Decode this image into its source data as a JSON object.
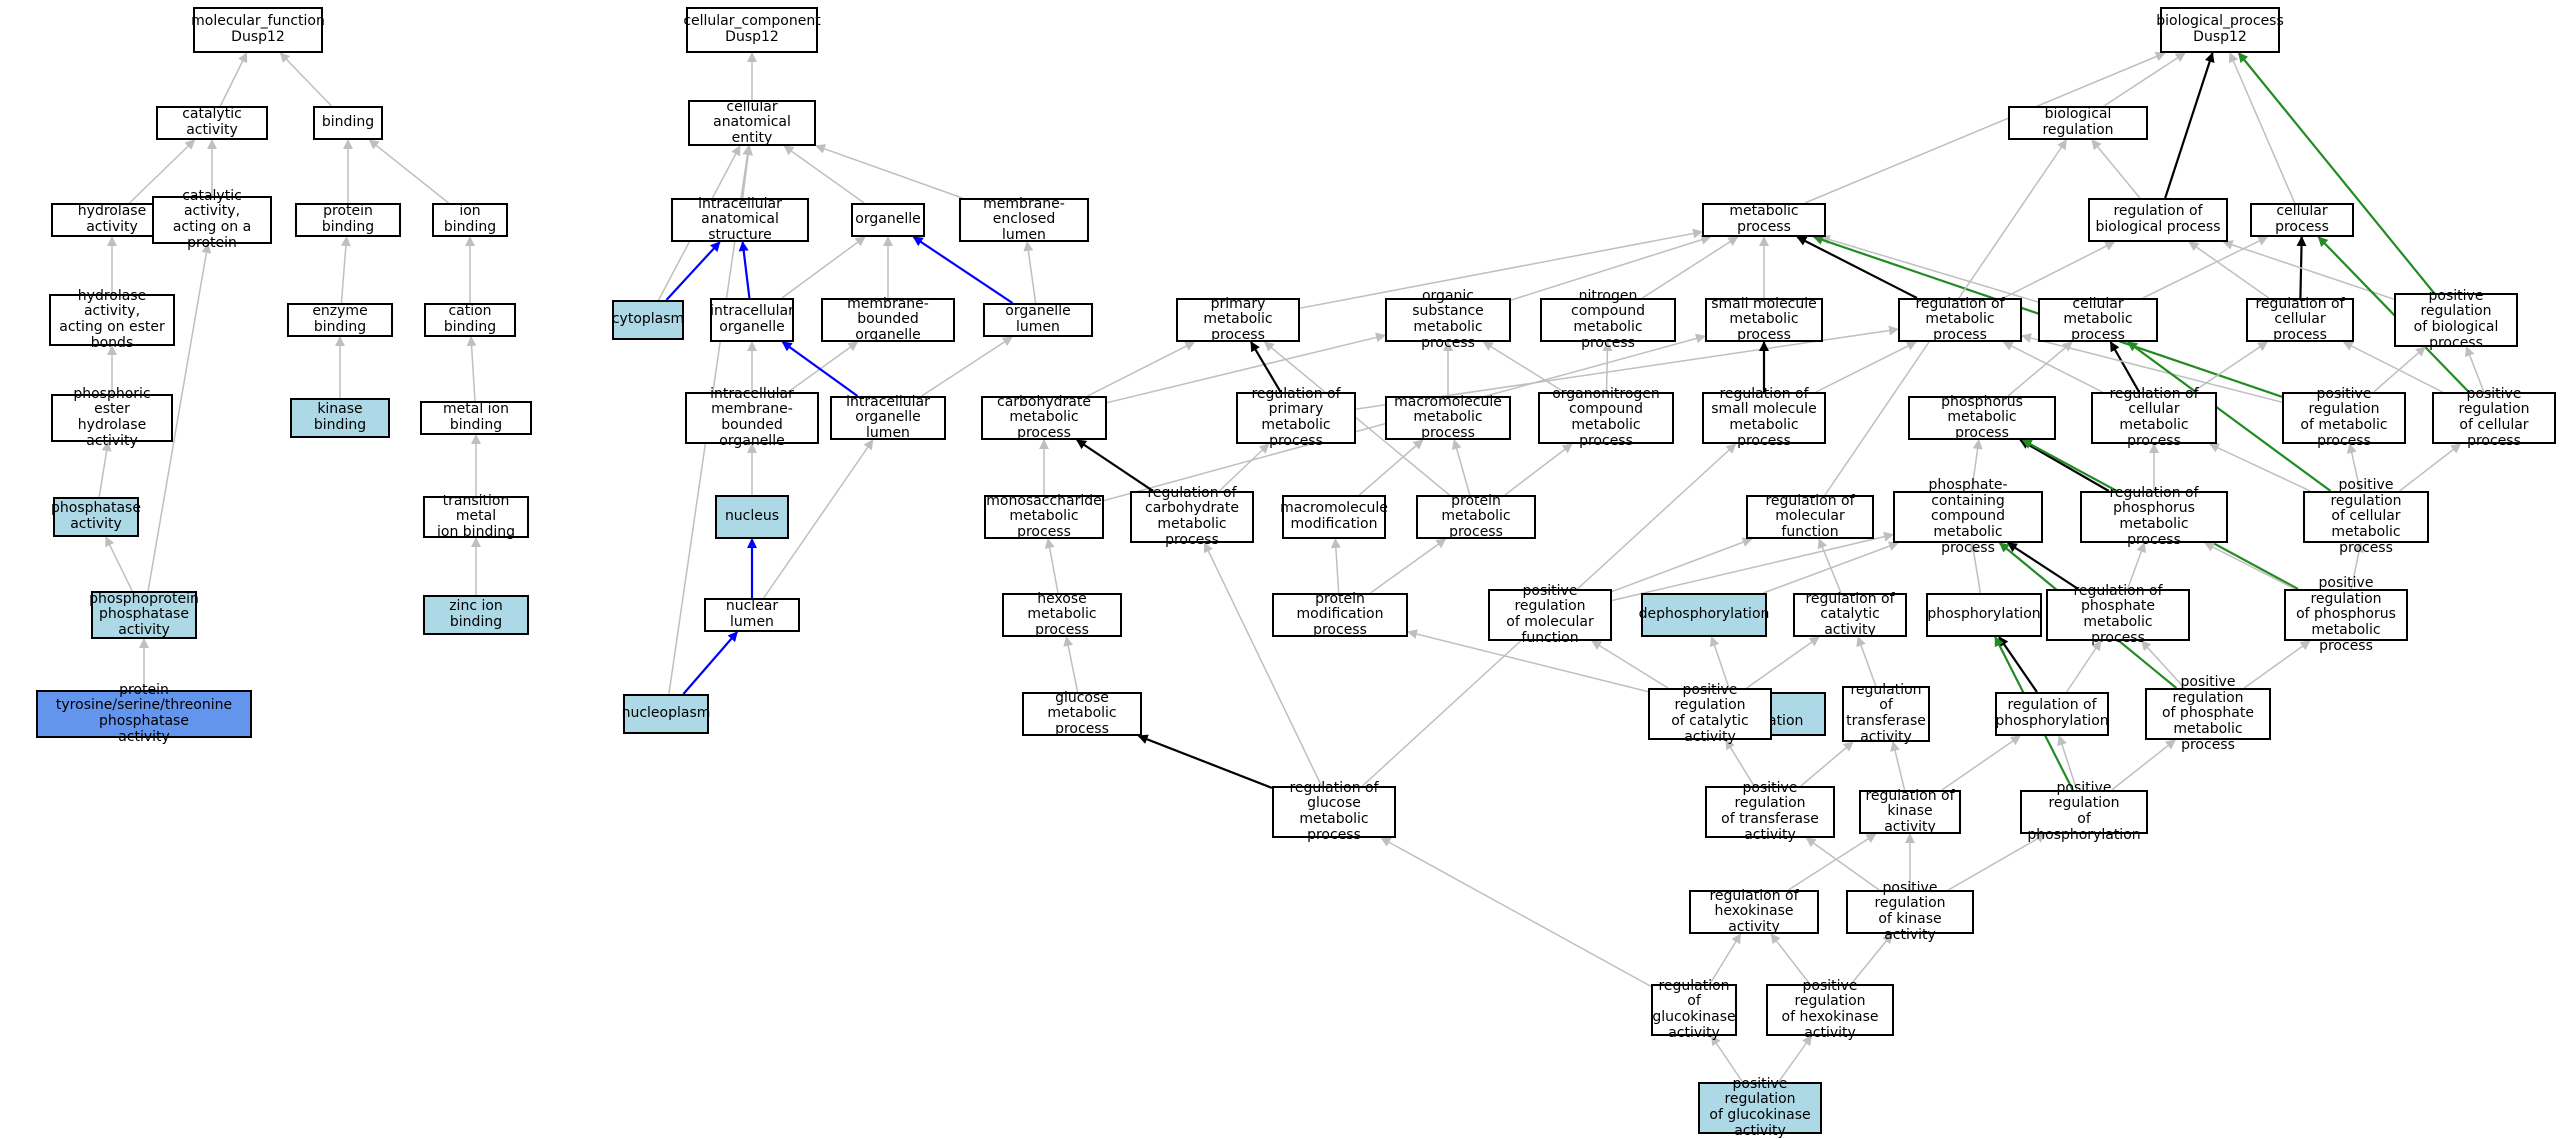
{
  "colors": {
    "is_a": "#bfbfbf",
    "regulates": "#000000",
    "positively_regulates": "#228b22",
    "part_of": "#0000ff",
    "highlight": "#add8e6",
    "target": "#6495ed"
  },
  "nodes": [
    {
      "id": "mf",
      "label": "molecular_function\nDusp12"
    },
    {
      "id": "cat",
      "label": "catalytic activity"
    },
    {
      "id": "bind",
      "label": "binding"
    },
    {
      "id": "hyd",
      "label": "hydrolase activity"
    },
    {
      "id": "catp",
      "label": "catalytic activity,\nacting on a\nprotein"
    },
    {
      "id": "pbind",
      "label": "protein binding"
    },
    {
      "id": "ion",
      "label": "ion binding"
    },
    {
      "id": "hydester",
      "label": "hydrolase activity,\nacting on ester\nbonds"
    },
    {
      "id": "enz",
      "label": "enzyme binding"
    },
    {
      "id": "cation",
      "label": "cation binding"
    },
    {
      "id": "phosest",
      "label": "phosphoric ester\nhydrolase activity"
    },
    {
      "id": "kinb",
      "label": "kinase binding"
    },
    {
      "id": "metion",
      "label": "metal ion binding"
    },
    {
      "id": "phosph",
      "label": "phosphatase\nactivity"
    },
    {
      "id": "trans",
      "label": "transition metal\nion binding"
    },
    {
      "id": "ppp",
      "label": "phosphoprotein\nphosphatase\nactivity"
    },
    {
      "id": "zinc",
      "label": "zinc ion binding"
    },
    {
      "id": "ptp",
      "label": "protein tyrosine/serine/threonine\nphosphatase\nactivity"
    },
    {
      "id": "cc",
      "label": "cellular_component\nDusp12"
    },
    {
      "id": "cae",
      "label": "cellular anatomical\nentity"
    },
    {
      "id": "ias",
      "label": "intracellular\nanatomical structure"
    },
    {
      "id": "org",
      "label": "organelle"
    },
    {
      "id": "mel",
      "label": "membrane-enclosed\nlumen"
    },
    {
      "id": "cyto",
      "label": "cytoplasm"
    },
    {
      "id": "io",
      "label": "intracellular\norganelle"
    },
    {
      "id": "mbo",
      "label": "membrane-bounded\norganelle"
    },
    {
      "id": "ol",
      "label": "organelle lumen"
    },
    {
      "id": "imbo",
      "label": "intracellular\nmembrane-bounded\norganelle"
    },
    {
      "id": "iol",
      "label": "intracellular\norganelle lumen"
    },
    {
      "id": "nuc",
      "label": "nucleus"
    },
    {
      "id": "nl",
      "label": "nuclear lumen"
    },
    {
      "id": "nucp",
      "label": "nucleoplasm"
    },
    {
      "id": "bp",
      "label": "biological_process\nDusp12"
    },
    {
      "id": "breg",
      "label": "biological regulation"
    },
    {
      "id": "mp",
      "label": "metabolic process"
    },
    {
      "id": "rbp",
      "label": "regulation of\nbiological process"
    },
    {
      "id": "cp",
      "label": "cellular process"
    },
    {
      "id": "pmp",
      "label": "primary metabolic\nprocess"
    },
    {
      "id": "osmp",
      "label": "organic substance\nmetabolic process"
    },
    {
      "id": "ncmp",
      "label": "nitrogen compound\nmetabolic process"
    },
    {
      "id": "smmp",
      "label": "small molecule\nmetabolic process"
    },
    {
      "id": "rmp",
      "label": "regulation of\nmetabolic process"
    },
    {
      "id": "cmp",
      "label": "cellular metabolic\nprocess"
    },
    {
      "id": "rcp",
      "label": "regulation of\ncellular process"
    },
    {
      "id": "prbp",
      "label": "positive regulation\nof biological\nprocess"
    },
    {
      "id": "chmp",
      "label": "carbohydrate\nmetabolic process"
    },
    {
      "id": "rpmp",
      "label": "regulation of\nprimary metabolic\nprocess"
    },
    {
      "id": "mmp",
      "label": "macromolecule\nmetabolic process"
    },
    {
      "id": "oncmp",
      "label": "organonitrogen\ncompound metabolic\nprocess"
    },
    {
      "id": "rsmmp",
      "label": "regulation of\nsmall molecule\nmetabolic process"
    },
    {
      "id": "phmp",
      "label": "phosphorus metabolic\nprocess"
    },
    {
      "id": "rcmp",
      "label": "regulation of\ncellular metabolic\nprocess"
    },
    {
      "id": "prmp",
      "label": "positive regulation\nof metabolic\nprocess"
    },
    {
      "id": "prcp",
      "label": "positive regulation\nof cellular\nprocess"
    },
    {
      "id": "msmp",
      "label": "monosaccharide\nmetabolic process"
    },
    {
      "id": "rchmp",
      "label": "regulation of\ncarbohydrate\nmetabolic process"
    },
    {
      "id": "mm",
      "label": "macromolecule\nmodification"
    },
    {
      "id": "prmp2",
      "label": "protein metabolic\nprocess"
    },
    {
      "id": "rmf",
      "label": "regulation of\nmolecular function"
    },
    {
      "id": "pccmp",
      "label": "phosphate-containing\ncompound metabolic\nprocess"
    },
    {
      "id": "rphmp",
      "label": "regulation of\nphosphorus metabolic\nprocess"
    },
    {
      "id": "prcmp",
      "label": "positive regulation\nof cellular\nmetabolic process"
    },
    {
      "id": "hmp",
      "label": "hexose metabolic\nprocess"
    },
    {
      "id": "pmod",
      "label": "protein modification\nprocess"
    },
    {
      "id": "prmf",
      "label": "positive regulation\nof molecular\nfunction"
    },
    {
      "id": "deph",
      "label": "dephosphorylation"
    },
    {
      "id": "rca",
      "label": "regulation of\ncatalytic activity"
    },
    {
      "id": "phos",
      "label": "phosphorylation"
    },
    {
      "id": "rpmp2",
      "label": "regulation of\nphosphate metabolic\nprocess"
    },
    {
      "id": "prphmp",
      "label": "positive regulation\nof phosphorus\nmetabolic process"
    },
    {
      "id": "gmp",
      "label": "glucose metabolic\nprocess"
    },
    {
      "id": "pdeph",
      "label": "protein dephosphorylation"
    },
    {
      "id": "prca",
      "label": "positive regulation\nof catalytic\nactivity"
    },
    {
      "id": "rta",
      "label": "regulation of\ntransferase\nactivity"
    },
    {
      "id": "rphos",
      "label": "regulation of\nphosphorylation"
    },
    {
      "id": "prpmp",
      "label": "positive regulation\nof phosphate\nmetabolic process"
    },
    {
      "id": "rgmp",
      "label": "regulation of\nglucose metabolic\nprocess"
    },
    {
      "id": "prta",
      "label": "positive regulation\nof transferase\nactivity"
    },
    {
      "id": "rka",
      "label": "regulation of\nkinase activity"
    },
    {
      "id": "prphos",
      "label": "positive regulation\nof phosphorylation"
    },
    {
      "id": "rha",
      "label": "regulation of\nhexokinase activity"
    },
    {
      "id": "prka",
      "label": "positive regulation\nof kinase activity"
    },
    {
      "id": "rgka",
      "label": "regulation of\nglucokinase\nactivity"
    },
    {
      "id": "prha",
      "label": "positive regulation\nof hexokinase\nactivity"
    },
    {
      "id": "prgka",
      "label": "positive regulation\nof glucokinase\nactivity"
    }
  ],
  "edges": [
    {
      "from": "cat",
      "to": "mf",
      "type": "is_a"
    },
    {
      "from": "bind",
      "to": "mf",
      "type": "is_a"
    },
    {
      "from": "hyd",
      "to": "cat",
      "type": "is_a"
    },
    {
      "from": "catp",
      "to": "cat",
      "type": "is_a"
    },
    {
      "from": "pbind",
      "to": "bind",
      "type": "is_a"
    },
    {
      "from": "ion",
      "to": "bind",
      "type": "is_a"
    },
    {
      "from": "hydester",
      "to": "hyd",
      "type": "is_a"
    },
    {
      "from": "enz",
      "to": "pbind",
      "type": "is_a"
    },
    {
      "from": "cation",
      "to": "ion",
      "type": "is_a"
    },
    {
      "from": "phosest",
      "to": "hydester",
      "type": "is_a"
    },
    {
      "from": "kinb",
      "to": "enz",
      "type": "is_a"
    },
    {
      "from": "metion",
      "to": "cation",
      "type": "is_a"
    },
    {
      "from": "phosph",
      "to": "phosest",
      "type": "is_a"
    },
    {
      "from": "trans",
      "to": "metion",
      "type": "is_a"
    },
    {
      "from": "ppp",
      "to": "phosph",
      "type": "is_a"
    },
    {
      "from": "ppp",
      "to": "catp",
      "type": "is_a"
    },
    {
      "from": "zinc",
      "to": "trans",
      "type": "is_a"
    },
    {
      "from": "ptp",
      "to": "ppp",
      "type": "is_a"
    },
    {
      "from": "cae",
      "to": "cc",
      "type": "is_a"
    },
    {
      "from": "ias",
      "to": "cae",
      "type": "is_a"
    },
    {
      "from": "org",
      "to": "cae",
      "type": "is_a"
    },
    {
      "from": "mel",
      "to": "cae",
      "type": "is_a"
    },
    {
      "from": "cyto",
      "to": "cae",
      "type": "is_a"
    },
    {
      "from": "cyto",
      "to": "ias",
      "type": "part_of"
    },
    {
      "from": "io",
      "to": "ias",
      "type": "part_of"
    },
    {
      "from": "io",
      "to": "org",
      "type": "is_a"
    },
    {
      "from": "mbo",
      "to": "org",
      "type": "is_a"
    },
    {
      "from": "ol",
      "to": "org",
      "type": "part_of"
    },
    {
      "from": "ol",
      "to": "mel",
      "type": "is_a"
    },
    {
      "from": "imbo",
      "to": "io",
      "type": "is_a"
    },
    {
      "from": "imbo",
      "to": "mbo",
      "type": "is_a"
    },
    {
      "from": "iol",
      "to": "io",
      "type": "part_of"
    },
    {
      "from": "iol",
      "to": "ol",
      "type": "is_a"
    },
    {
      "from": "nuc",
      "to": "imbo",
      "type": "is_a"
    },
    {
      "from": "nl",
      "to": "nuc",
      "type": "part_of"
    },
    {
      "from": "nl",
      "to": "iol",
      "type": "is_a"
    },
    {
      "from": "nucp",
      "to": "nl",
      "type": "part_of"
    },
    {
      "from": "nucp",
      "to": "cae",
      "type": "is_a"
    },
    {
      "from": "breg",
      "to": "bp",
      "type": "is_a"
    },
    {
      "from": "mp",
      "to": "bp",
      "type": "is_a"
    },
    {
      "from": "cp",
      "to": "bp",
      "type": "is_a"
    },
    {
      "from": "rbp",
      "to": "bp",
      "type": "regulates"
    },
    {
      "from": "rbp",
      "to": "breg",
      "type": "is_a"
    },
    {
      "from": "prbp",
      "to": "bp",
      "type": "positively_regulates"
    },
    {
      "from": "pmp",
      "to": "mp",
      "type": "is_a"
    },
    {
      "from": "osmp",
      "to": "mp",
      "type": "is_a"
    },
    {
      "from": "ncmp",
      "to": "mp",
      "type": "is_a"
    },
    {
      "from": "smmp",
      "to": "mp",
      "type": "is_a"
    },
    {
      "from": "rmp",
      "to": "mp",
      "type": "regulates"
    },
    {
      "from": "cmp",
      "to": "mp",
      "type": "is_a"
    },
    {
      "from": "cmp",
      "to": "cp",
      "type": "is_a"
    },
    {
      "from": "rmp",
      "to": "rbp",
      "type": "is_a"
    },
    {
      "from": "rcp",
      "to": "cp",
      "type": "regulates"
    },
    {
      "from": "rcp",
      "to": "rbp",
      "type": "is_a"
    },
    {
      "from": "prbp",
      "to": "rbp",
      "type": "is_a"
    },
    {
      "from": "prcp",
      "to": "cp",
      "type": "positively_regulates"
    },
    {
      "from": "prmp",
      "to": "mp",
      "type": "positively_regulates"
    },
    {
      "from": "chmp",
      "to": "pmp",
      "type": "is_a"
    },
    {
      "from": "chmp",
      "to": "osmp",
      "type": "is_a"
    },
    {
      "from": "rpmp",
      "to": "pmp",
      "type": "regulates"
    },
    {
      "from": "rpmp",
      "to": "rmp",
      "type": "is_a"
    },
    {
      "from": "mmp",
      "to": "osmp",
      "type": "is_a"
    },
    {
      "from": "oncmp",
      "to": "osmp",
      "type": "is_a"
    },
    {
      "from": "oncmp",
      "to": "ncmp",
      "type": "is_a"
    },
    {
      "from": "rsmmp",
      "to": "smmp",
      "type": "regulates"
    },
    {
      "from": "rsmmp",
      "to": "rmp",
      "type": "is_a"
    },
    {
      "from": "phmp",
      "to": "cmp",
      "type": "is_a"
    },
    {
      "from": "rcmp",
      "to": "cmp",
      "type": "regulates"
    },
    {
      "from": "rcmp",
      "to": "rmp",
      "type": "is_a"
    },
    {
      "from": "rcmp",
      "to": "rcp",
      "type": "is_a"
    },
    {
      "from": "prmp",
      "to": "rmp",
      "type": "is_a"
    },
    {
      "from": "prmp",
      "to": "prbp",
      "type": "is_a"
    },
    {
      "from": "prcp",
      "to": "rcp",
      "type": "is_a"
    },
    {
      "from": "prcp",
      "to": "prbp",
      "type": "is_a"
    },
    {
      "from": "msmp",
      "to": "chmp",
      "type": "is_a"
    },
    {
      "from": "msmp",
      "to": "smmp",
      "type": "is_a"
    },
    {
      "from": "rchmp",
      "to": "chmp",
      "type": "regulates"
    },
    {
      "from": "rchmp",
      "to": "rpmp",
      "type": "is_a"
    },
    {
      "from": "mm",
      "to": "mmp",
      "type": "is_a"
    },
    {
      "from": "prmp2",
      "to": "mmp",
      "type": "is_a"
    },
    {
      "from": "prmp2",
      "to": "oncmp",
      "type": "is_a"
    },
    {
      "from": "prmp2",
      "to": "pmp",
      "type": "is_a"
    },
    {
      "from": "rmf",
      "to": "breg",
      "type": "is_a"
    },
    {
      "from": "pccmp",
      "to": "phmp",
      "type": "is_a"
    },
    {
      "from": "rphmp",
      "to": "phmp",
      "type": "regulates"
    },
    {
      "from": "rphmp",
      "to": "rcmp",
      "type": "is_a"
    },
    {
      "from": "prcmp",
      "to": "cmp",
      "type": "positively_regulates"
    },
    {
      "from": "prcmp",
      "to": "rcmp",
      "type": "is_a"
    },
    {
      "from": "prcmp",
      "to": "prmp",
      "type": "is_a"
    },
    {
      "from": "prcmp",
      "to": "prcp",
      "type": "is_a"
    },
    {
      "from": "hmp",
      "to": "msmp",
      "type": "is_a"
    },
    {
      "from": "pmod",
      "to": "mm",
      "type": "is_a"
    },
    {
      "from": "pmod",
      "to": "prmp2",
      "type": "is_a"
    },
    {
      "from": "prmf",
      "to": "rmf",
      "type": "is_a"
    },
    {
      "from": "prmf",
      "to": "pccmp",
      "type": "is_a"
    },
    {
      "from": "deph",
      "to": "pccmp",
      "type": "is_a"
    },
    {
      "from": "rca",
      "to": "rmf",
      "type": "is_a"
    },
    {
      "from": "phos",
      "to": "pccmp",
      "type": "is_a"
    },
    {
      "from": "rpmp2",
      "to": "pccmp",
      "type": "regulates"
    },
    {
      "from": "rpmp2",
      "to": "rphmp",
      "type": "is_a"
    },
    {
      "from": "prphmp",
      "to": "phmp",
      "type": "positively_regulates"
    },
    {
      "from": "prphmp",
      "to": "rphmp",
      "type": "is_a"
    },
    {
      "from": "prphmp",
      "to": "prcmp",
      "type": "is_a"
    },
    {
      "from": "gmp",
      "to": "hmp",
      "type": "is_a"
    },
    {
      "from": "pdeph",
      "to": "deph",
      "type": "is_a"
    },
    {
      "from": "pdeph",
      "to": "pmod",
      "type": "is_a"
    },
    {
      "from": "prca",
      "to": "rca",
      "type": "is_a"
    },
    {
      "from": "prca",
      "to": "prmf",
      "type": "is_a"
    },
    {
      "from": "rta",
      "to": "rca",
      "type": "is_a"
    },
    {
      "from": "rphos",
      "to": "phos",
      "type": "regulates"
    },
    {
      "from": "rphos",
      "to": "rpmp2",
      "type": "is_a"
    },
    {
      "from": "prpmp",
      "to": "pccmp",
      "type": "positively_regulates"
    },
    {
      "from": "prpmp",
      "to": "rpmp2",
      "type": "is_a"
    },
    {
      "from": "prpmp",
      "to": "prphmp",
      "type": "is_a"
    },
    {
      "from": "rgmp",
      "to": "gmp",
      "type": "regulates"
    },
    {
      "from": "rgmp",
      "to": "rchmp",
      "type": "is_a"
    },
    {
      "from": "rgmp",
      "to": "rsmmp",
      "type": "is_a"
    },
    {
      "from": "prta",
      "to": "prca",
      "type": "is_a"
    },
    {
      "from": "prta",
      "to": "rta",
      "type": "is_a"
    },
    {
      "from": "rka",
      "to": "rta",
      "type": "is_a"
    },
    {
      "from": "rka",
      "to": "rphos",
      "type": "is_a"
    },
    {
      "from": "prphos",
      "to": "phos",
      "type": "positively_regulates"
    },
    {
      "from": "prphos",
      "to": "rphos",
      "type": "is_a"
    },
    {
      "from": "prphos",
      "to": "prpmp",
      "type": "is_a"
    },
    {
      "from": "rha",
      "to": "rka",
      "type": "is_a"
    },
    {
      "from": "prka",
      "to": "rka",
      "type": "is_a"
    },
    {
      "from": "prka",
      "to": "prta",
      "type": "is_a"
    },
    {
      "from": "prka",
      "to": "prphos",
      "type": "is_a"
    },
    {
      "from": "rgka",
      "to": "rha",
      "type": "is_a"
    },
    {
      "from": "rgka",
      "to": "rgmp",
      "type": "is_a"
    },
    {
      "from": "prha",
      "to": "rha",
      "type": "is_a"
    },
    {
      "from": "prha",
      "to": "prka",
      "type": "is_a"
    },
    {
      "from": "prgka",
      "to": "rgka",
      "type": "is_a"
    },
    {
      "from": "prgka",
      "to": "prha",
      "type": "is_a"
    }
  ]
}
